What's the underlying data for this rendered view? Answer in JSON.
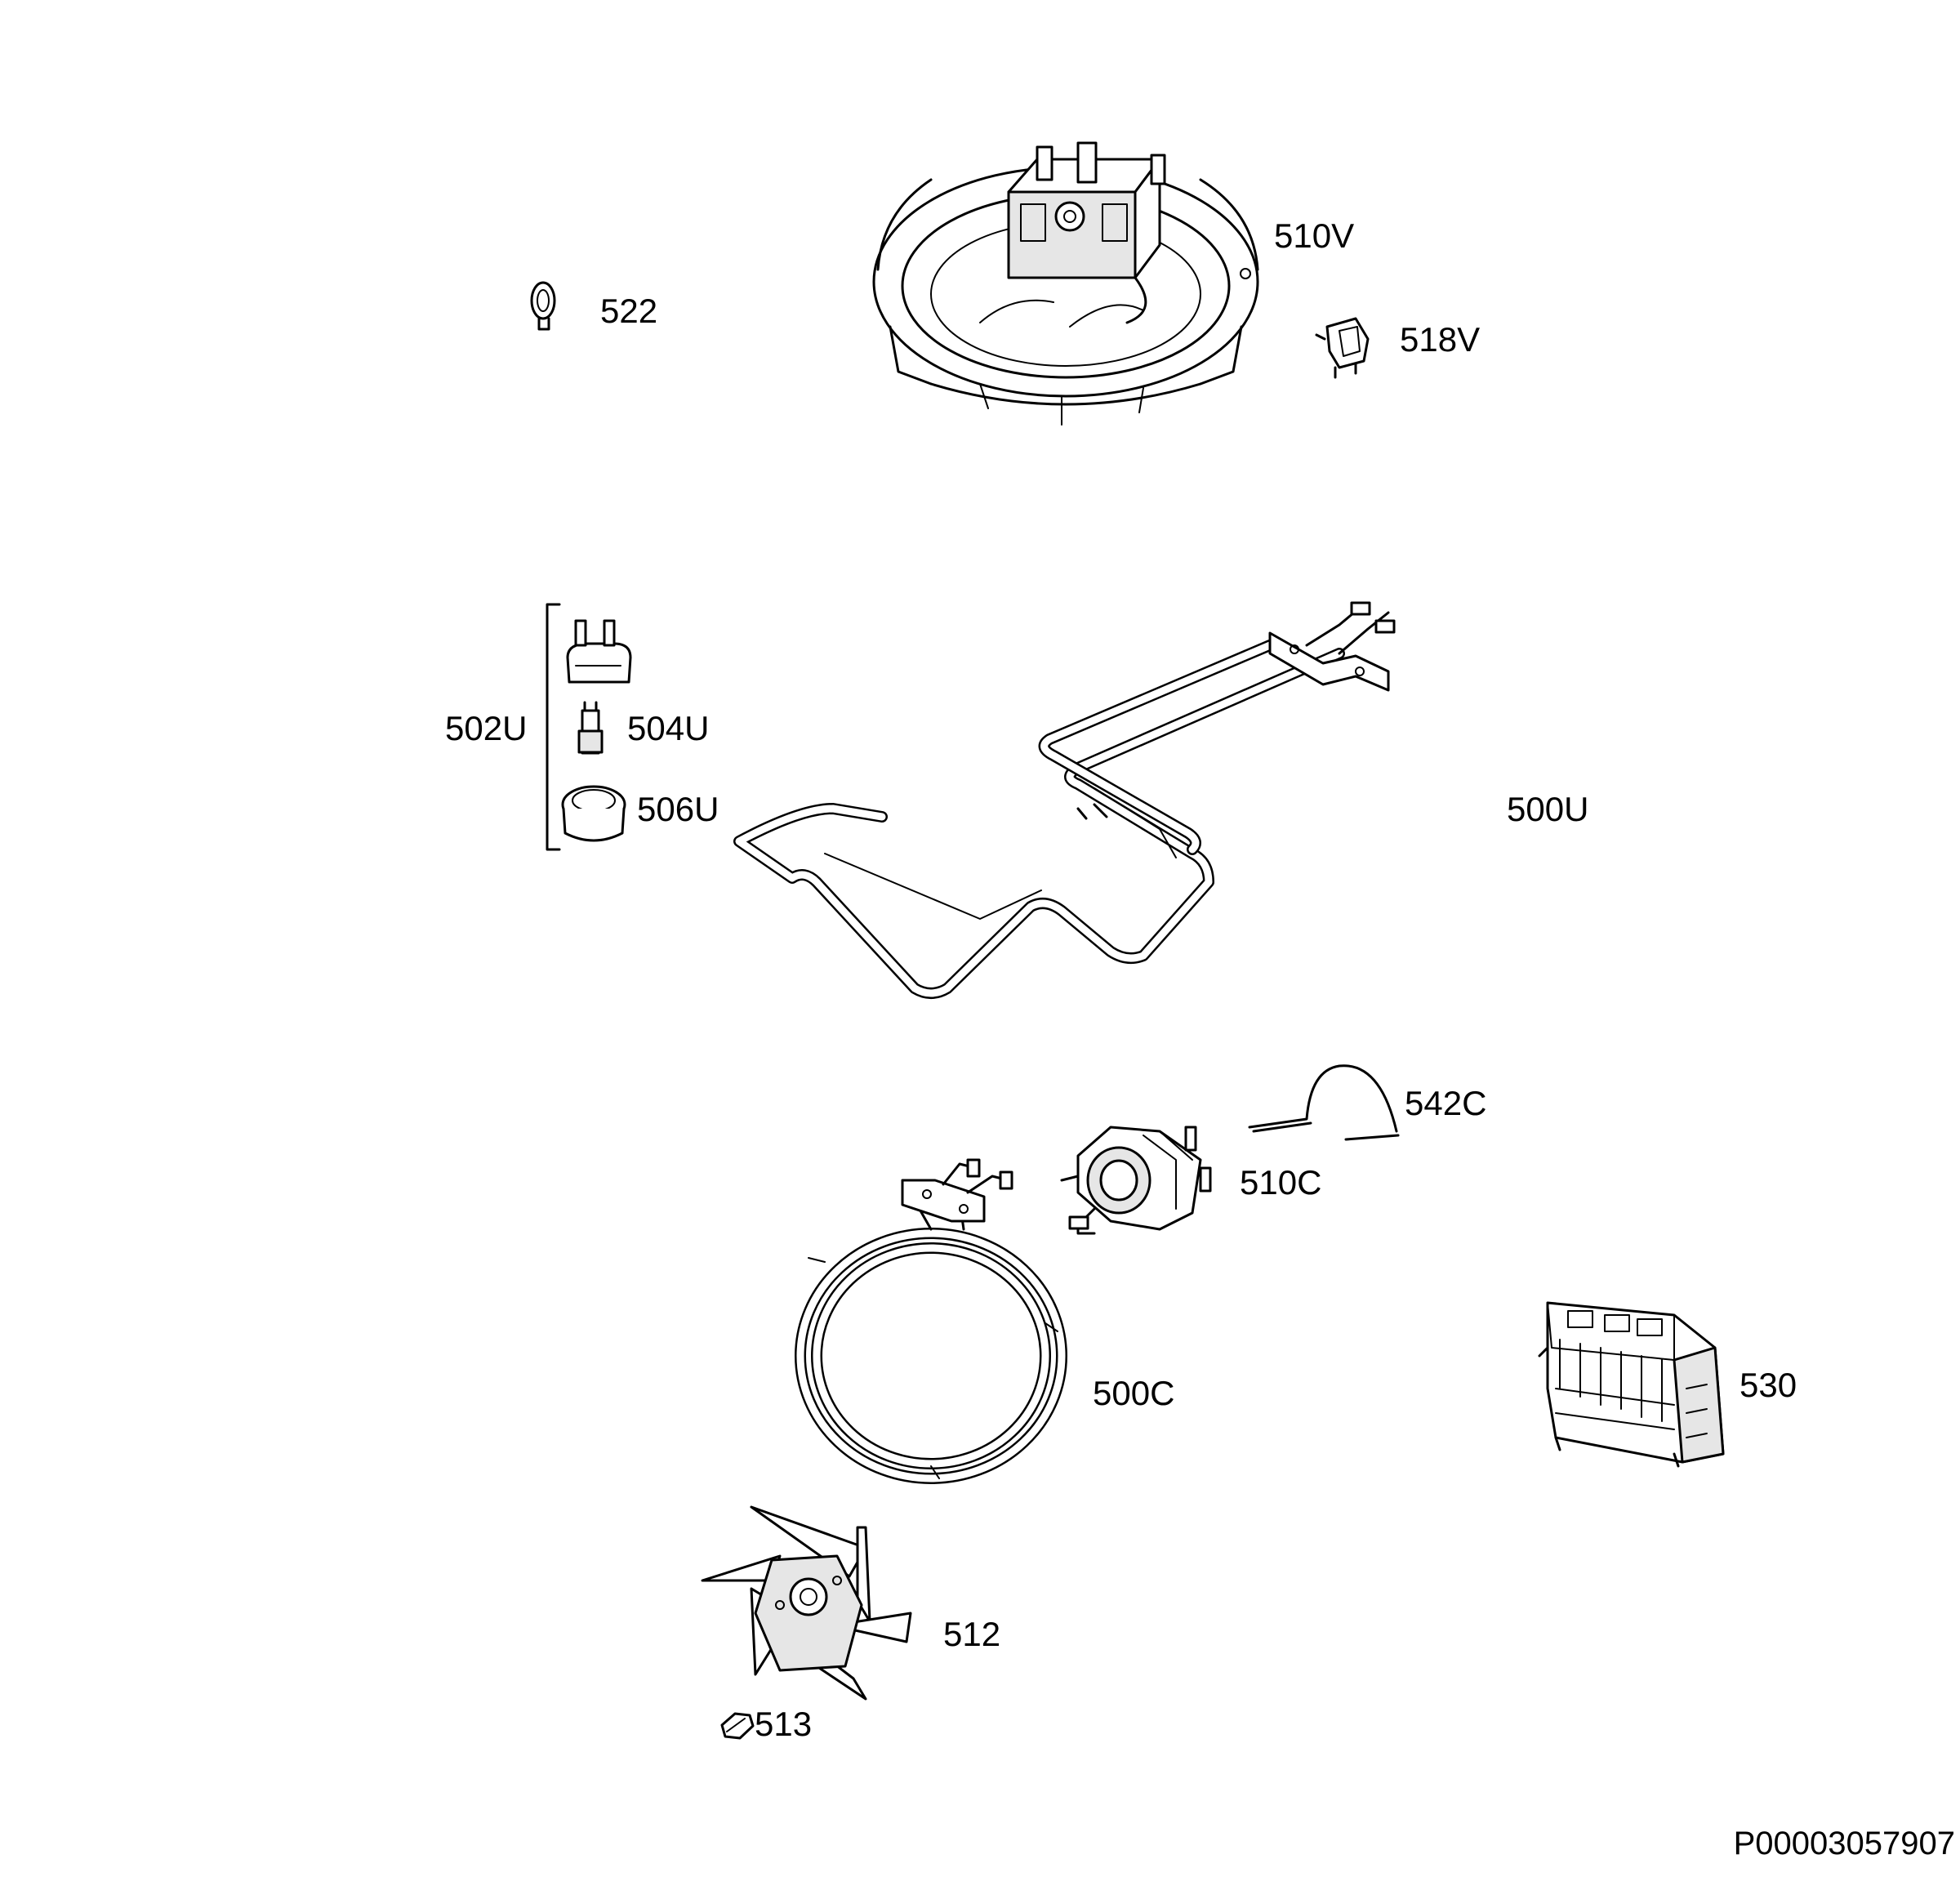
{
  "diagram": {
    "labels": {
      "p510V": "510V",
      "p522": "522",
      "p518V": "518V",
      "p502U": "502U",
      "p504U": "504U",
      "p506U": "506U",
      "p500U": "500U",
      "p542C": "542C",
      "p510C": "510C",
      "p500C": "500C",
      "p530": "530",
      "p512": "512",
      "p513": "513"
    },
    "document_id": "P00003057907"
  }
}
